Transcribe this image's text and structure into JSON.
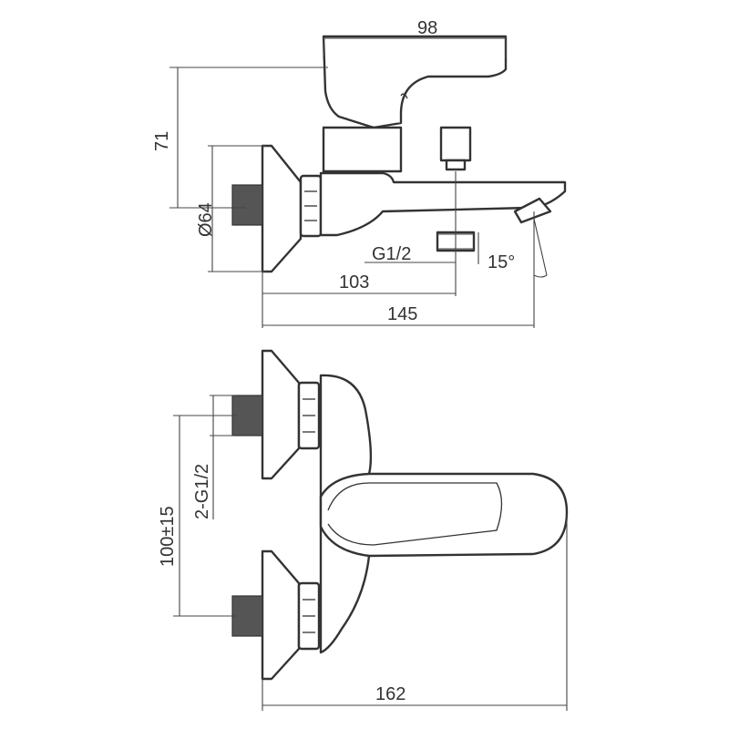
{
  "dimensions": {
    "width_top": "98",
    "height_handle": "71",
    "diameter": "Ø64",
    "thread": "G1/2",
    "angle": "15°",
    "depth_outlet": "103",
    "depth_total": "145",
    "spacing": "100±15",
    "inlet_thread": "2-G1/2",
    "width_total": "162"
  },
  "colors": {
    "line": "#333333",
    "background": "#ffffff"
  }
}
